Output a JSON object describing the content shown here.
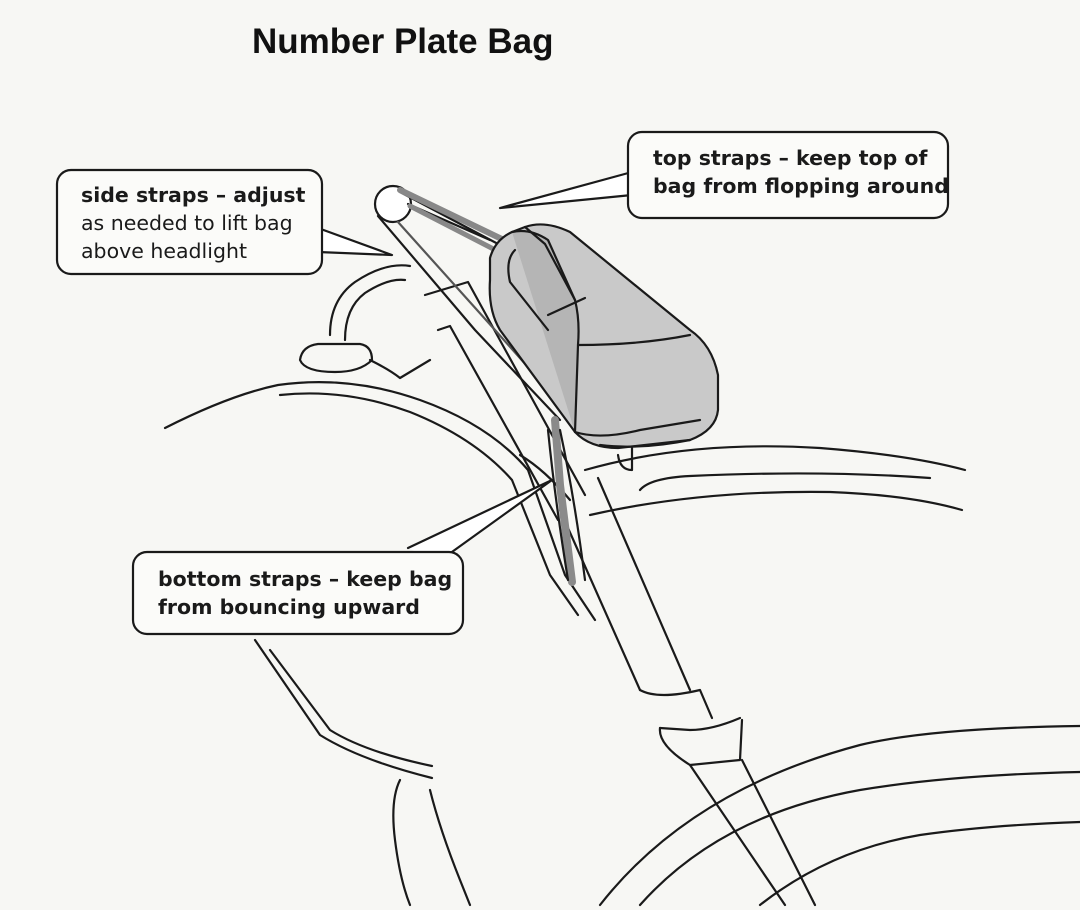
{
  "title": "Number Plate Bag",
  "callouts": {
    "side": {
      "line1": "side straps – adjust",
      "line2": "as needed to lift bag",
      "line3": "above headlight"
    },
    "top": {
      "line1": "top straps – keep top of",
      "line2": "bag from flopping around"
    },
    "bottom": {
      "line1": "bottom straps – keep bag",
      "line2": "from bouncing upward"
    }
  },
  "colors": {
    "background": "#f7f7f4",
    "line": "#1a1a1a",
    "bag_fill": "#c9c9c9",
    "strap_fill": "#9a9a9a"
  }
}
